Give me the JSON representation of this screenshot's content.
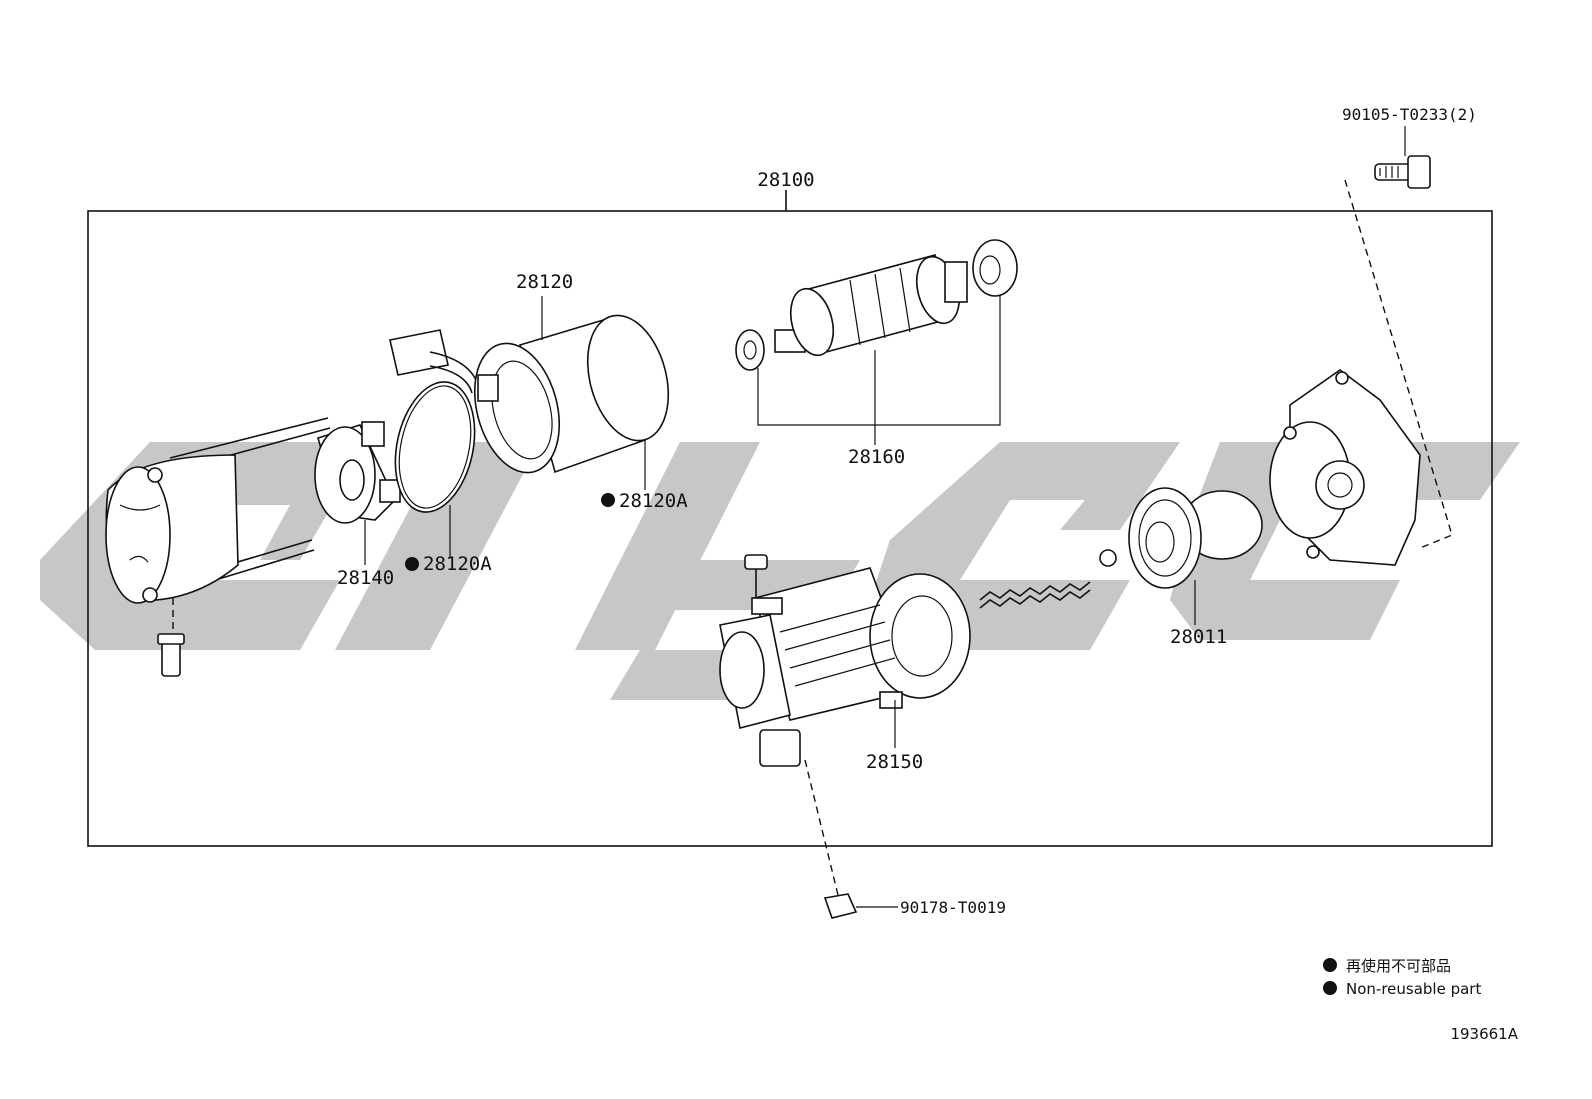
{
  "assembly": {
    "number": "28100"
  },
  "callouts": {
    "p28120": "28120",
    "p28120a_top": "28120A",
    "p28120a_bottom": "28120A",
    "p28160": "28160",
    "p28140": "28140",
    "p28011": "28011",
    "p28150": "28150",
    "bolt_top": "90105-T0233(2)",
    "nut_bottom": "90178-T0019"
  },
  "legend": {
    "jp_text": "再使用不可部品",
    "en_text": "Non-reusable part"
  },
  "figure_id": "193661A"
}
